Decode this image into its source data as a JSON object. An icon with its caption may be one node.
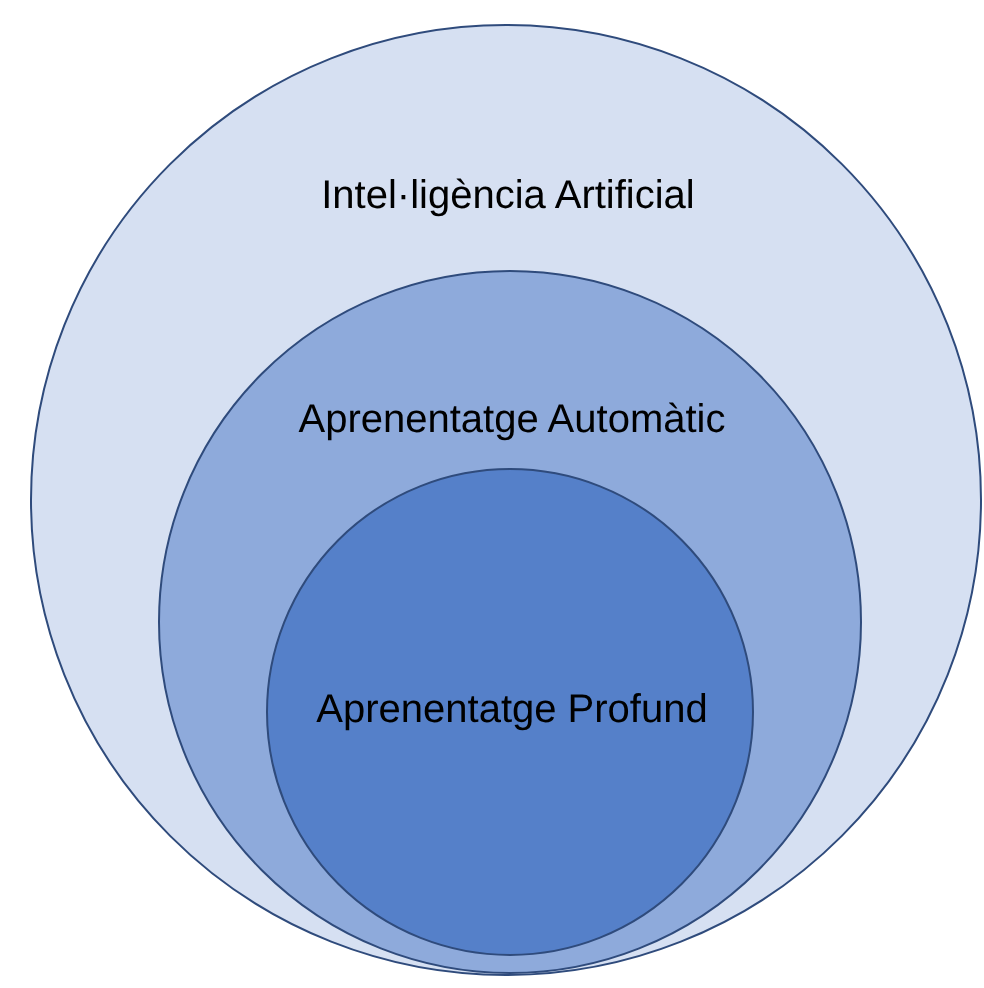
{
  "diagram": {
    "nodes": [
      {
        "text": [
          "Intel·ligència Artificial"
        ]
      },
      {
        "text": [
          "Aprenentatge Automàtic"
        ],
        "in": 0
      },
      {
        "text": [
          "Aprenentatge Profund"
        ],
        "in": 1
      }
    ]
  }
}
